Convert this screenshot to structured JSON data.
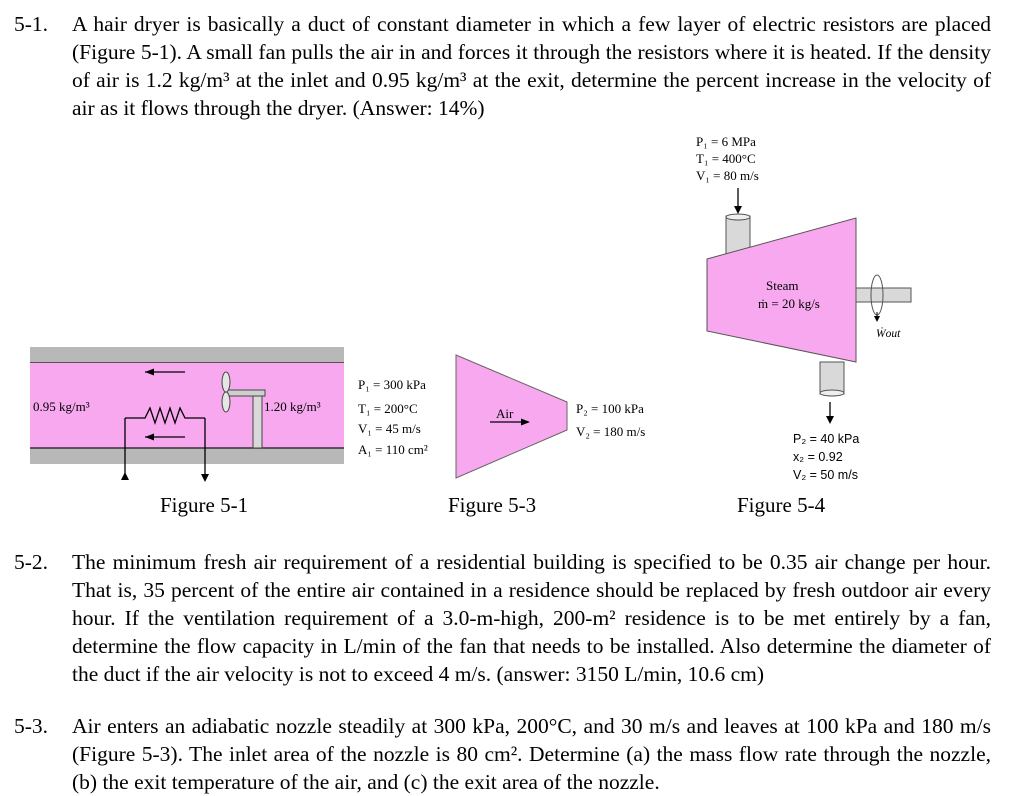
{
  "problems": [
    {
      "number": "5-1.",
      "text": "A hair dryer is basically a duct of constant diameter in which a few layer of electric resistors are placed (Figure 5-1). A small fan pulls the air in and forces it through the resistors where it is heated. If the density of air is 1.2 kg/m³ at the inlet and 0.95 kg/m³ at the exit, determine the percent increase in the velocity of air as it flows through the dryer. (Answer: 14%)"
    },
    {
      "number": "5-2.",
      "text": "The minimum fresh air requirement of a residential building is specified to be 0.35 air change per hour. That is, 35 percent of the entire air contained in a residence should be replaced by fresh outdoor air every hour. If the ventilation requirement of a 3.0-m-high, 200-m² residence is to be met entirely by a fan, determine the flow capacity in L/min of the fan that needs to be installed. Also determine the diameter of the duct if the air velocity is not to exceed 4 m/s. (answer: 3150 L/min, 10.6 cm)"
    },
    {
      "number": "5-3.",
      "text": "Air enters an adiabatic nozzle steadily at 300 kPa, 200°C, and 30 m/s and leaves at 100 kPa and 180 m/s (Figure 5-3). The inlet area of the nozzle is 80 cm². Determine (a) the mass flow rate through the nozzle, (b) the exit temperature of the air, and (c) the exit area of the nozzle."
    }
  ],
  "figure1": {
    "caption": "Figure 5-1",
    "exit_density": "0.95 kg/m³",
    "inlet_density": "1.20 kg/m³"
  },
  "figure3": {
    "caption": "Figure 5-3",
    "inlet": [
      "P₁ = 300 kPa",
      "T₁ = 200°C",
      "V₁ = 45 m/s",
      "A₁ = 110 cm²"
    ],
    "body_label": "Air",
    "exit": [
      "P₂ = 100 kPa",
      "V₂ = 180 m/s"
    ]
  },
  "figure4": {
    "caption": "Figure 5-4",
    "inlet": [
      "P₁ = 6 MPa",
      "T₁ = 400°C",
      "V₁ = 80 m/s"
    ],
    "body_label": "Steam",
    "mass_flow": "ṁ = 20 kg/s",
    "work_label": "Ẇout",
    "exit": [
      "P₂ = 40 kPa",
      "x₂ = 0.92",
      "V₂ = 50 m/s"
    ]
  },
  "colors": {
    "fill": "#f7a8ef",
    "duct_wall": "#b8b8b8"
  }
}
